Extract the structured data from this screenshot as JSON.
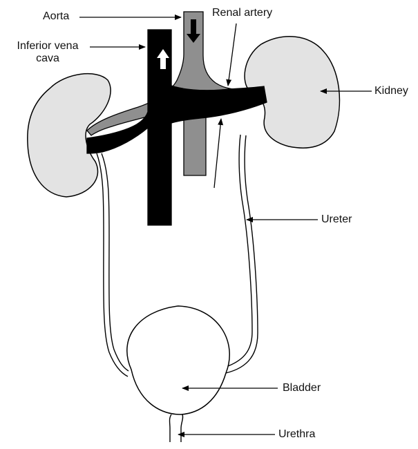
{
  "diagram": {
    "labels": {
      "aorta": "Aorta",
      "ivc_line1": "Inferior vena",
      "ivc_line2": "cava",
      "renal_artery": "Renal artery",
      "kidney": "Kidney",
      "ureter": "Ureter",
      "bladder": "Bladder",
      "urethra": "Urethra"
    },
    "colors": {
      "artery_fill": "#8f8f8f",
      "vein_fill": "#000000",
      "kidney_fill": "#e3e3e3",
      "outline": "#000000",
      "background": "#ffffff"
    }
  }
}
